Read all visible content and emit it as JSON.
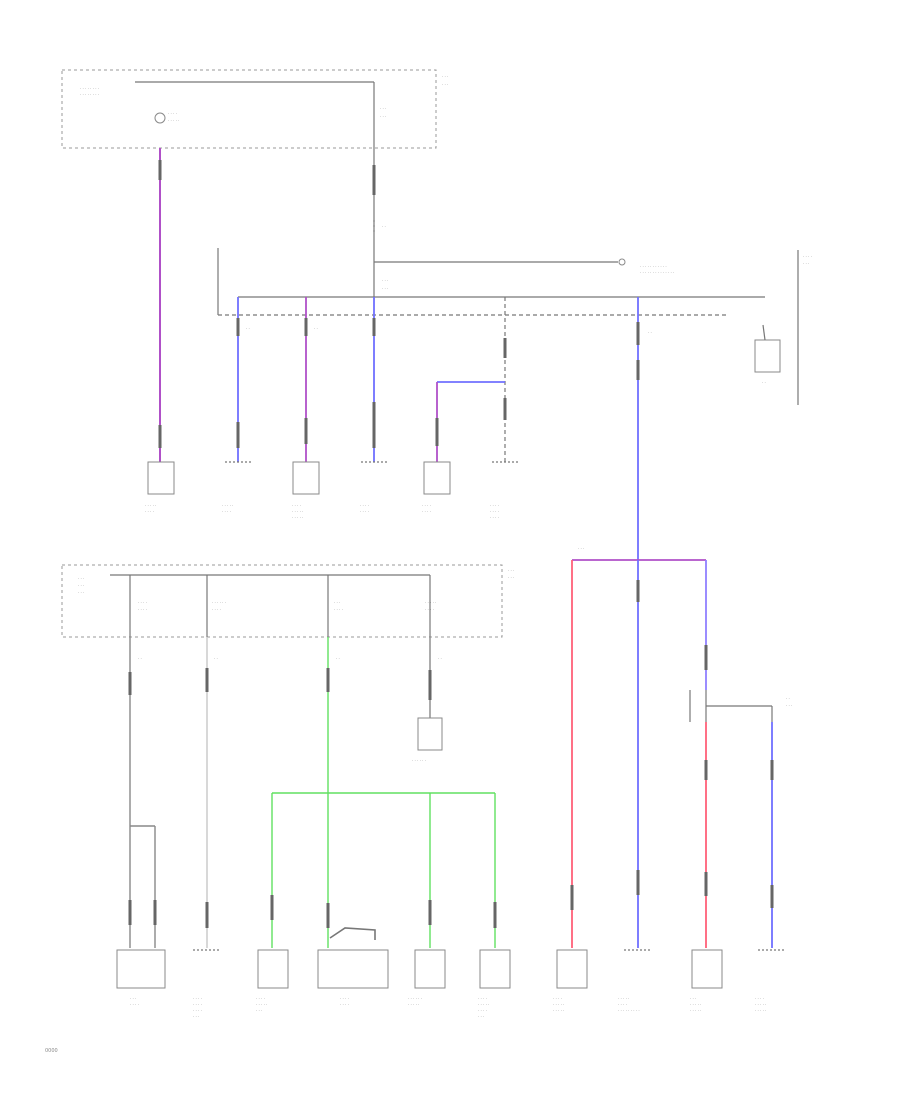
{
  "diagram": {
    "page_code": "0000",
    "wire_colors": {
      "violet": "#b050c8",
      "blue": "#7070ff",
      "red": "#ff6078",
      "green": "#60e060",
      "gray": "#888888",
      "light": "#c8c8c8",
      "black": "#777777"
    },
    "components": [
      "fuse-block-top",
      "relay-module-top-right",
      "fuse-block-middle",
      "ground-symbol-right",
      "component-1",
      "component-2",
      "component-3",
      "component-4",
      "component-5",
      "component-6",
      "component-7",
      "component-8",
      "component-9",
      "component-10",
      "component-11",
      "component-12",
      "component-13",
      "component-14",
      "component-15",
      "component-16",
      "component-17",
      "component-18",
      "component-19"
    ]
  }
}
